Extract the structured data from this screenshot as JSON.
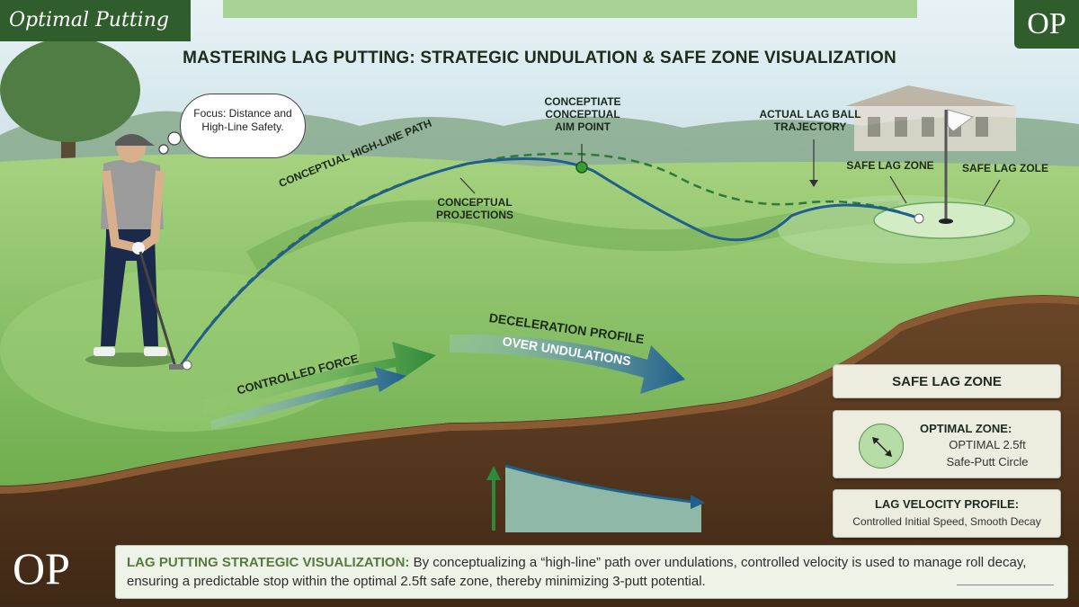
{
  "brand": {
    "name": "Optimal Putting",
    "logo": "OP"
  },
  "headline": "MASTERING LAG PUTTING: STRATEGIC UNDULATION & SAFE ZONE VISUALIZATION",
  "thought_bubble": {
    "line1": "Focus: Distance and",
    "line2": "High-Line Safety."
  },
  "labels": {
    "high_line_path": "CONCEPTUAL HIGH-LINE PATH",
    "aim_point": [
      "CONCEPTIATE",
      "CONCEPTUAL",
      "AIM POINT"
    ],
    "projections": [
      "CONCEPTUAL",
      "PROJECTIONS"
    ],
    "actual_trajectory": [
      "ACTUAL LAG BALL",
      "TRAJECTORY"
    ],
    "safe_lag_zone": "SAFE LAG ZONE",
    "safe_lag_zole": "SAFE LAG ZOLE",
    "controlled_force": "CONTROLLED FORCE",
    "deceleration": "DECELERATION PROFILE",
    "over_undulations": "OVER UNDULATIONS"
  },
  "cards": {
    "safe_zone": "SAFE LAG ZONE",
    "optimal": {
      "title": "OPTIMAL ZONE:",
      "line1": "OPTIMAL 2.5ft",
      "line2": "Safe-Putt Circle"
    },
    "velocity": {
      "title": "LAG VELOCITY PROFILE:",
      "subtitle": "Controlled Initial Speed, Smooth Decay"
    }
  },
  "caption": {
    "lead": "LAG PUTTING STRATEGIC VISUALIZATION:",
    "text": "By conceptualizing a “high-line” path over undulations, controlled velocity is used to manage roll decay, ensuring a predictable stop within the optimal 2.5ft safe zone, thereby minimizing 3-putt potential."
  },
  "colors": {
    "brand_green": "#2f5d2c",
    "path_blue": "#1f5f8b",
    "path_dashed_green": "#2e7a3a",
    "fairway_green": "#8cc56c",
    "soil_brown": "#5a3a22"
  },
  "icons": [
    "golfer-figure",
    "flag-pin-icon",
    "golf-ball-icon",
    "diagonal-arrow-icon",
    "velocity-up-arrow-icon"
  ]
}
